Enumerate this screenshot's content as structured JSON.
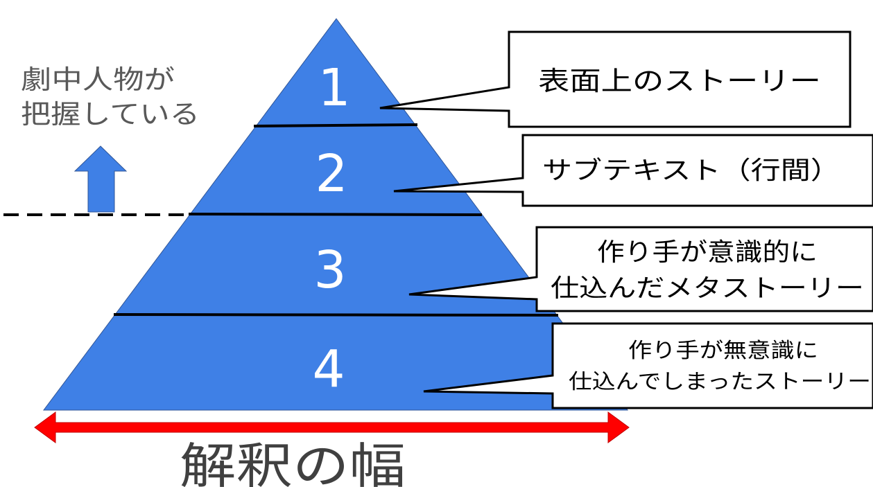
{
  "colors": {
    "pyramid": "#3f80e6",
    "arrow_up": "#3f80e6",
    "width_arrow": "#ff0000",
    "divider": "#000000",
    "callout_border": "#000000"
  },
  "pyramid": {
    "tiers": [
      {
        "number": "1",
        "label_lines": [
          "表面上のストーリー"
        ]
      },
      {
        "number": "2",
        "label_lines": [
          "サブテキスト（行間）"
        ]
      },
      {
        "number": "3",
        "label_lines": [
          "作り手が意識的に",
          "仕込んだメタストーリー"
        ]
      },
      {
        "number": "4",
        "label_lines": [
          "作り手が無意識に",
          "仕込んでしまったストーリー"
        ]
      }
    ]
  },
  "side_note": {
    "lines": [
      "劇中人物が",
      "把握している"
    ],
    "icon": "up-arrow-icon"
  },
  "bottom_label": "解釈の幅"
}
